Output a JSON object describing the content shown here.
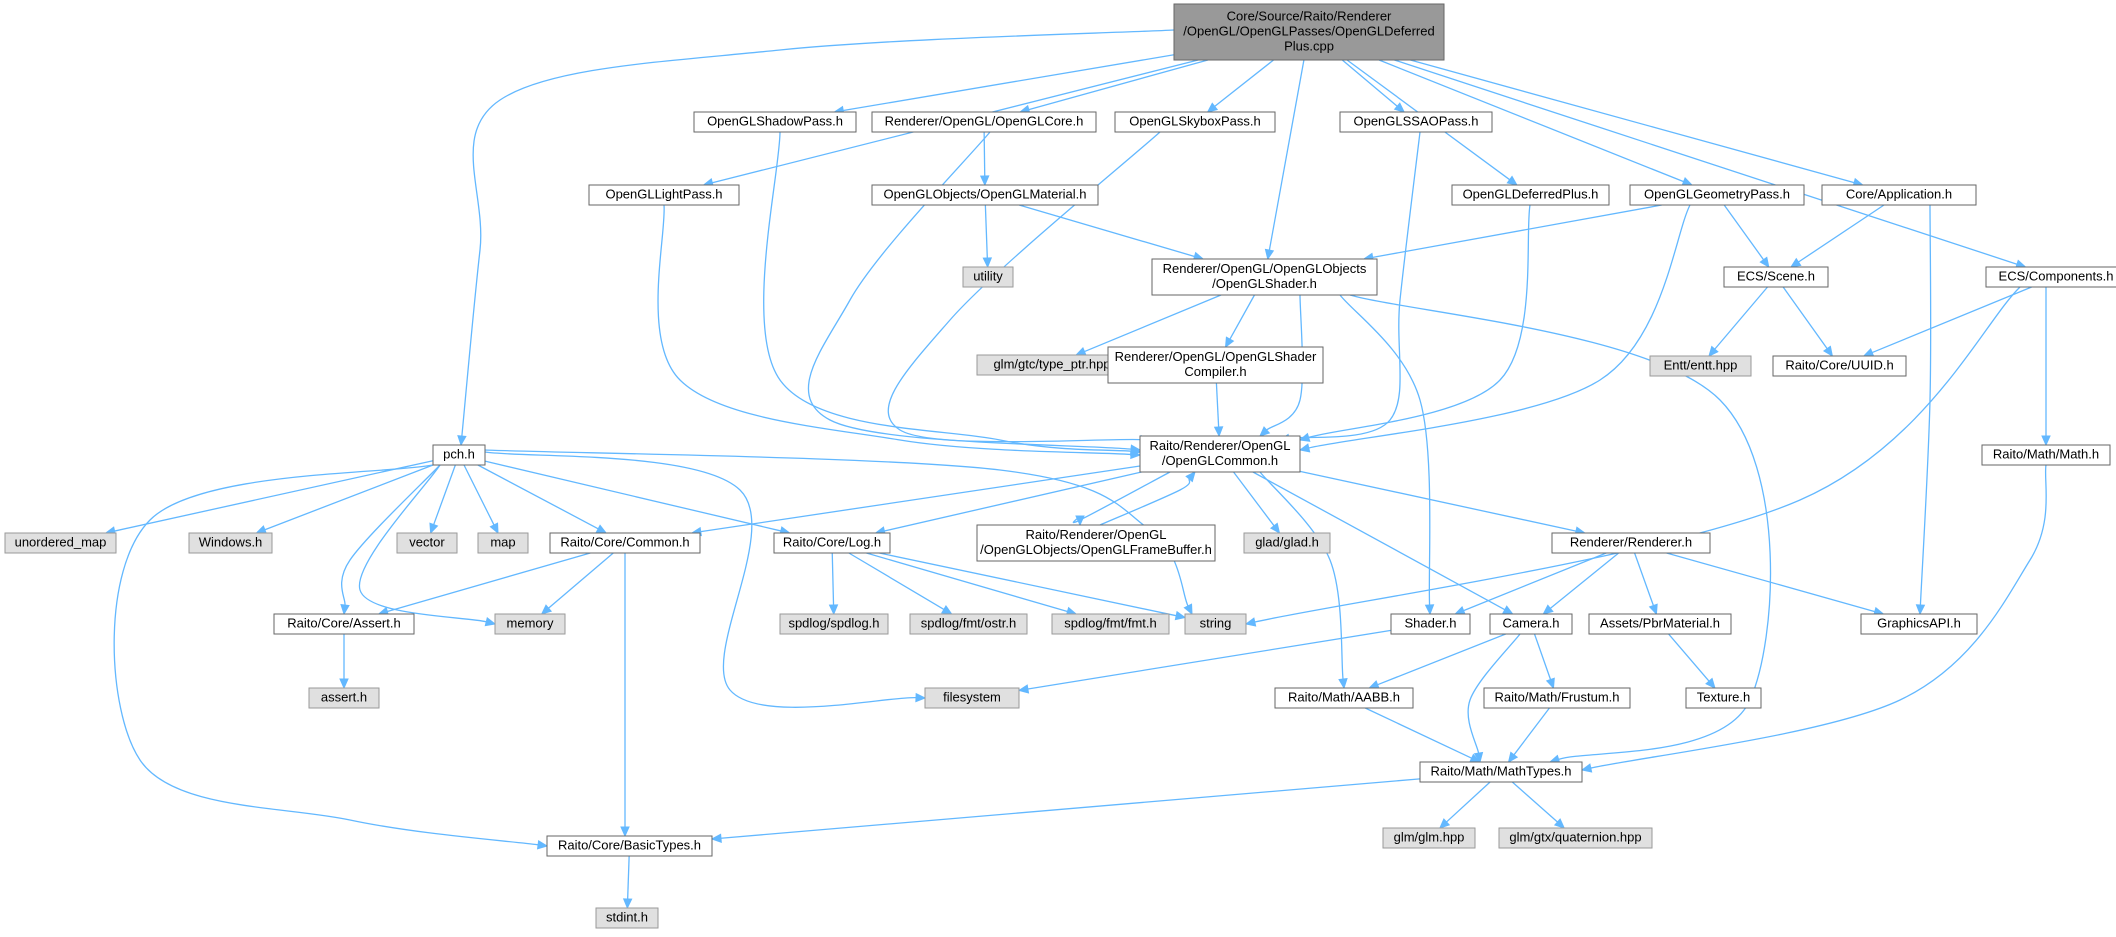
{
  "diagram": {
    "colors": {
      "root_fill": "#999999",
      "root_border": "#666666",
      "file_fill": "#ffffff",
      "file_border": "#666666",
      "system_fill": "#e0e0e0",
      "system_border": "#999999",
      "edge": "#63b8ff"
    },
    "nodes": [
      {
        "id": "root",
        "kind": "root",
        "lines": [
          "Core/Source/Raito/Renderer",
          "/OpenGL/OpenGLPasses/OpenGLDeferred",
          "Plus.cpp"
        ]
      },
      {
        "id": "pch",
        "kind": "file",
        "lines": [
          "pch.h"
        ]
      },
      {
        "id": "lightpass",
        "kind": "file",
        "lines": [
          "OpenGLLightPass.h"
        ]
      },
      {
        "id": "shadowpass",
        "kind": "file",
        "lines": [
          "OpenGLShadowPass.h"
        ]
      },
      {
        "id": "glcore",
        "kind": "file",
        "lines": [
          "Renderer/OpenGL/OpenGLCore.h"
        ]
      },
      {
        "id": "skybox",
        "kind": "file",
        "lines": [
          "OpenGLSkyboxPass.h"
        ]
      },
      {
        "id": "ssao",
        "kind": "file",
        "lines": [
          "OpenGLSSAOPass.h"
        ]
      },
      {
        "id": "defplus",
        "kind": "file",
        "lines": [
          "OpenGLDeferredPlus.h"
        ]
      },
      {
        "id": "geompass",
        "kind": "file",
        "lines": [
          "OpenGLGeometryPass.h"
        ]
      },
      {
        "id": "app",
        "kind": "file",
        "lines": [
          "Core/Application.h"
        ]
      },
      {
        "id": "components",
        "kind": "file",
        "lines": [
          "ECS/Components.h"
        ]
      },
      {
        "id": "material",
        "kind": "file",
        "lines": [
          "OpenGLObjects/OpenGLMaterial.h"
        ]
      },
      {
        "id": "utility",
        "kind": "system",
        "lines": [
          "utility"
        ]
      },
      {
        "id": "glshader",
        "kind": "file",
        "lines": [
          "Renderer/OpenGL/OpenGLObjects",
          "/OpenGLShader.h"
        ]
      },
      {
        "id": "scene",
        "kind": "file",
        "lines": [
          "ECS/Scene.h"
        ]
      },
      {
        "id": "typeptr",
        "kind": "system",
        "lines": [
          "glm/gtc/type_ptr.hpp"
        ]
      },
      {
        "id": "compiler",
        "kind": "file",
        "lines": [
          "Renderer/OpenGL/OpenGLShader",
          "Compiler.h"
        ]
      },
      {
        "id": "entt",
        "kind": "system",
        "lines": [
          "Entt/entt.hpp"
        ]
      },
      {
        "id": "uuid",
        "kind": "file",
        "lines": [
          "Raito/Core/UUID.h"
        ]
      },
      {
        "id": "glcommon",
        "kind": "file",
        "lines": [
          "Raito/Renderer/OpenGL",
          "/OpenGLCommon.h"
        ]
      },
      {
        "id": "mathh",
        "kind": "file",
        "lines": [
          "Raito/Math/Math.h"
        ]
      },
      {
        "id": "umap",
        "kind": "system",
        "lines": [
          "unordered_map"
        ]
      },
      {
        "id": "windows",
        "kind": "system",
        "lines": [
          "Windows.h"
        ]
      },
      {
        "id": "vector",
        "kind": "system",
        "lines": [
          "vector"
        ]
      },
      {
        "id": "map",
        "kind": "system",
        "lines": [
          "map"
        ]
      },
      {
        "id": "corecommon",
        "kind": "file",
        "lines": [
          "Raito/Core/Common.h"
        ]
      },
      {
        "id": "log",
        "kind": "file",
        "lines": [
          "Raito/Core/Log.h"
        ]
      },
      {
        "id": "framebuffer",
        "kind": "file",
        "lines": [
          "Raito/Renderer/OpenGL",
          "/OpenGLObjects/OpenGLFrameBuffer.h"
        ]
      },
      {
        "id": "glad",
        "kind": "system",
        "lines": [
          "glad/glad.h"
        ]
      },
      {
        "id": "renderer",
        "kind": "file",
        "lines": [
          "Renderer/Renderer.h"
        ]
      },
      {
        "id": "assert",
        "kind": "file",
        "lines": [
          "Raito/Core/Assert.h"
        ]
      },
      {
        "id": "memory",
        "kind": "system",
        "lines": [
          "memory"
        ]
      },
      {
        "id": "spdlog",
        "kind": "system",
        "lines": [
          "spdlog/spdlog.h"
        ]
      },
      {
        "id": "ostr",
        "kind": "system",
        "lines": [
          "spdlog/fmt/ostr.h"
        ]
      },
      {
        "id": "fmt",
        "kind": "system",
        "lines": [
          "spdlog/fmt/fmt.h"
        ]
      },
      {
        "id": "string",
        "kind": "system",
        "lines": [
          "string"
        ]
      },
      {
        "id": "shader",
        "kind": "file",
        "lines": [
          "Shader.h"
        ]
      },
      {
        "id": "camera",
        "kind": "file",
        "lines": [
          "Camera.h"
        ]
      },
      {
        "id": "pbr",
        "kind": "file",
        "lines": [
          "Assets/PbrMaterial.h"
        ]
      },
      {
        "id": "gapi",
        "kind": "file",
        "lines": [
          "GraphicsAPI.h"
        ]
      },
      {
        "id": "asserth",
        "kind": "system",
        "lines": [
          "assert.h"
        ]
      },
      {
        "id": "filesystem",
        "kind": "system",
        "lines": [
          "filesystem"
        ]
      },
      {
        "id": "aabb",
        "kind": "file",
        "lines": [
          "Raito/Math/AABB.h"
        ]
      },
      {
        "id": "frustum",
        "kind": "file",
        "lines": [
          "Raito/Math/Frustum.h"
        ]
      },
      {
        "id": "texture",
        "kind": "file",
        "lines": [
          "Texture.h"
        ]
      },
      {
        "id": "mathtypes",
        "kind": "file",
        "lines": [
          "Raito/Math/MathTypes.h"
        ]
      },
      {
        "id": "basictypes",
        "kind": "file",
        "lines": [
          "Raito/Core/BasicTypes.h"
        ]
      },
      {
        "id": "glmhpp",
        "kind": "system",
        "lines": [
          "glm/glm.hpp"
        ]
      },
      {
        "id": "quat",
        "kind": "system",
        "lines": [
          "glm/gtx/quaternion.hpp"
        ]
      },
      {
        "id": "stdint",
        "kind": "system",
        "lines": [
          "stdint.h"
        ]
      }
    ],
    "edges": [
      [
        "root",
        "pch"
      ],
      [
        "root",
        "lightpass"
      ],
      [
        "root",
        "shadowpass"
      ],
      [
        "root",
        "glcore"
      ],
      [
        "root",
        "skybox"
      ],
      [
        "root",
        "glshader"
      ],
      [
        "root",
        "ssao"
      ],
      [
        "root",
        "defplus"
      ],
      [
        "root",
        "geompass"
      ],
      [
        "root",
        "app"
      ],
      [
        "root",
        "components"
      ],
      [
        "lightpass",
        "glcommon"
      ],
      [
        "shadowpass",
        "glcommon"
      ],
      [
        "glcore",
        "material"
      ],
      [
        "glcore",
        "glcommon"
      ],
      [
        "skybox",
        "glcommon"
      ],
      [
        "ssao",
        "glcommon"
      ],
      [
        "defplus",
        "glcommon"
      ],
      [
        "geompass",
        "glshader"
      ],
      [
        "geompass",
        "scene"
      ],
      [
        "geompass",
        "glcommon"
      ],
      [
        "app",
        "scene"
      ],
      [
        "app",
        "gapi"
      ],
      [
        "components",
        "uuid"
      ],
      [
        "components",
        "string"
      ],
      [
        "components",
        "mathh"
      ],
      [
        "material",
        "utility"
      ],
      [
        "material",
        "glshader"
      ],
      [
        "glshader",
        "typeptr"
      ],
      [
        "glshader",
        "compiler"
      ],
      [
        "glshader",
        "glcommon"
      ],
      [
        "glshader",
        "shader"
      ],
      [
        "glshader",
        "mathtypes"
      ],
      [
        "scene",
        "entt"
      ],
      [
        "scene",
        "uuid"
      ],
      [
        "compiler",
        "glcommon"
      ],
      [
        "glcommon",
        "corecommon"
      ],
      [
        "glcommon",
        "log"
      ],
      [
        "glcommon",
        "framebuffer"
      ],
      [
        "glcommon",
        "glad"
      ],
      [
        "glcommon",
        "renderer"
      ],
      [
        "glcommon",
        "camera"
      ],
      [
        "glcommon",
        "aabb"
      ],
      [
        "framebuffer",
        "glcommon"
      ],
      [
        "mathh",
        "mathtypes"
      ],
      [
        "pch",
        "umap"
      ],
      [
        "pch",
        "windows"
      ],
      [
        "pch",
        "vector"
      ],
      [
        "pch",
        "map"
      ],
      [
        "pch",
        "corecommon"
      ],
      [
        "pch",
        "log"
      ],
      [
        "pch",
        "assert"
      ],
      [
        "pch",
        "memory"
      ],
      [
        "pch",
        "filesystem"
      ],
      [
        "pch",
        "string"
      ],
      [
        "pch",
        "basictypes"
      ],
      [
        "corecommon",
        "assert"
      ],
      [
        "corecommon",
        "memory"
      ],
      [
        "corecommon",
        "basictypes"
      ],
      [
        "log",
        "spdlog"
      ],
      [
        "log",
        "ostr"
      ],
      [
        "log",
        "fmt"
      ],
      [
        "log",
        "string"
      ],
      [
        "renderer",
        "shader"
      ],
      [
        "renderer",
        "camera"
      ],
      [
        "renderer",
        "pbr"
      ],
      [
        "renderer",
        "gapi"
      ],
      [
        "assert",
        "asserth"
      ],
      [
        "shader",
        "filesystem"
      ],
      [
        "camera",
        "aabb"
      ],
      [
        "camera",
        "frustum"
      ],
      [
        "camera",
        "mathtypes"
      ],
      [
        "pbr",
        "texture"
      ],
      [
        "aabb",
        "mathtypes"
      ],
      [
        "frustum",
        "mathtypes"
      ],
      [
        "mathtypes",
        "basictypes"
      ],
      [
        "mathtypes",
        "glmhpp"
      ],
      [
        "mathtypes",
        "quat"
      ],
      [
        "basictypes",
        "stdint"
      ]
    ]
  }
}
